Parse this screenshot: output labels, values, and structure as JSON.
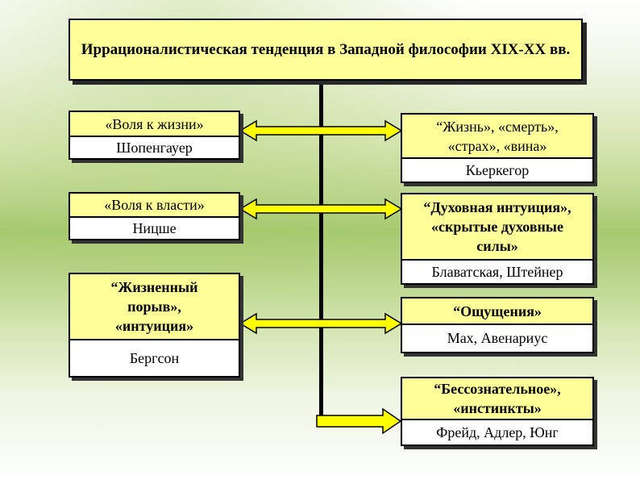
{
  "title": "Иррационалистическая тенденция в Западной философии XIX-XX вв.",
  "left": [
    {
      "concept": "«Воля к жизни»",
      "thinker": "Шопенгауер"
    },
    {
      "concept": "«Воля к власти»",
      "thinker": "Ницше"
    },
    {
      "concept": "“Жизненный порыв», «интуиция»",
      "thinker": "Бергсон"
    }
  ],
  "right": [
    {
      "concept": "“Жизнь», «смерть», «страх», «вина»",
      "thinker": "Кьеркегор"
    },
    {
      "concept": "“Духовная интуиция», «скрытые духовные силы»",
      "thinker": "Блаватская, Штейнер"
    },
    {
      "concept": "“Ощущения»",
      "thinker": "Мах, Авенариус"
    },
    {
      "concept": "“Бессознательное», «инстинкты»",
      "thinker": "Фрейд, Адлер, Юнг"
    }
  ],
  "colors": {
    "box_fill": "#ffff99",
    "name_fill": "#ffffff",
    "arrow_fill": "#ffff00",
    "border": "#000000"
  }
}
